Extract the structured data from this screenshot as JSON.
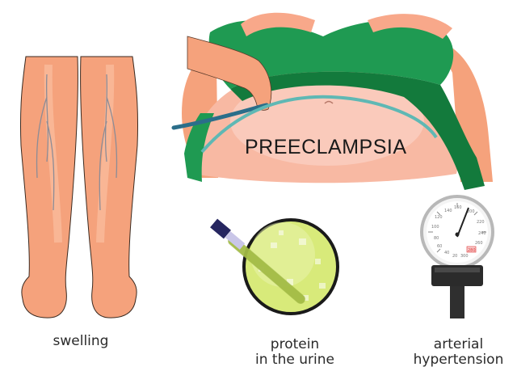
{
  "title": "PREECLAMPSIA",
  "symptoms": [
    {
      "id": "swelling",
      "label_lines": [
        "swelling"
      ],
      "illustration": "swollen-legs"
    },
    {
      "id": "protein",
      "label_lines": [
        "protein",
        "in the urine"
      ],
      "illustration": "urine-test-tube-magnified"
    },
    {
      "id": "hypertension",
      "label_lines": [
        "arterial",
        "hypertension"
      ],
      "illustration": "blood-pressure-gauge"
    }
  ],
  "gauge": {
    "ticks": [
      "20",
      "40",
      "60",
      "80",
      "100",
      "120",
      "140",
      "160",
      "180",
      "200",
      "220",
      "240",
      "260",
      "280",
      "300"
    ],
    "highlight_tick": "280",
    "highlight_color": "#e03030"
  },
  "colors": {
    "skin": "#f5a27c",
    "skin_light": "#fbc3a6",
    "belly": "#f9c1ae",
    "shirt": "#1f9a52",
    "shirt_dark": "#137a3c",
    "tape": "#4fa7a8",
    "urine": "#d8ea7a",
    "vein": "#8c8c96"
  }
}
